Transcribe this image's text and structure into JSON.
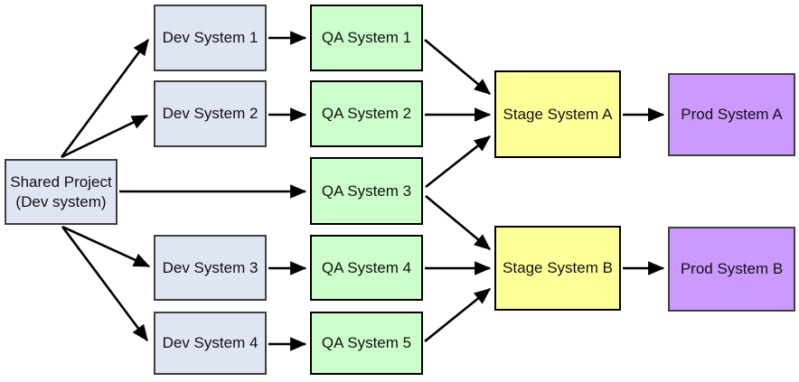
{
  "diagram": {
    "background": "#ffffff",
    "edge_color": "#000000",
    "nodes": {
      "shared": {
        "label": "Shared Project\n(Dev system)",
        "fill": "#dfe5f3",
        "border": "#3f3f3f"
      },
      "dev1": {
        "label": "Dev System 1",
        "fill": "#dfe5f3",
        "border": "#3f3f3f"
      },
      "dev2": {
        "label": "Dev System 2",
        "fill": "#dfe5f3",
        "border": "#3f3f3f"
      },
      "dev3": {
        "label": "Dev System 3",
        "fill": "#dfe5f3",
        "border": "#3f3f3f"
      },
      "dev4": {
        "label": "Dev System 4",
        "fill": "#dfe5f3",
        "border": "#3f3f3f"
      },
      "qa1": {
        "label": "QA System 1",
        "fill": "#ccffcc",
        "border": "#000000"
      },
      "qa2": {
        "label": "QA System 2",
        "fill": "#ccffcc",
        "border": "#000000"
      },
      "qa3": {
        "label": "QA System 3",
        "fill": "#ccffcc",
        "border": "#000000"
      },
      "qa4": {
        "label": "QA System 4",
        "fill": "#ccffcc",
        "border": "#000000"
      },
      "qa5": {
        "label": "QA System 5",
        "fill": "#ccffcc",
        "border": "#000000"
      },
      "stageA": {
        "label": "Stage System A",
        "fill": "#ffff99",
        "border": "#000000"
      },
      "stageB": {
        "label": "Stage System B",
        "fill": "#ffff99",
        "border": "#000000"
      },
      "prodA": {
        "label": "Prod System A",
        "fill": "#cc99ff",
        "border": "#3f3f3f"
      },
      "prodB": {
        "label": "Prod System B",
        "fill": "#cc99ff",
        "border": "#3f3f3f"
      }
    },
    "edges": [
      {
        "from": "shared",
        "to": "dev1"
      },
      {
        "from": "shared",
        "to": "dev2"
      },
      {
        "from": "shared",
        "to": "qa3"
      },
      {
        "from": "shared",
        "to": "dev3"
      },
      {
        "from": "shared",
        "to": "dev4"
      },
      {
        "from": "dev1",
        "to": "qa1"
      },
      {
        "from": "dev2",
        "to": "qa2"
      },
      {
        "from": "dev3",
        "to": "qa4"
      },
      {
        "from": "dev4",
        "to": "qa5"
      },
      {
        "from": "qa1",
        "to": "stageA"
      },
      {
        "from": "qa2",
        "to": "stageA"
      },
      {
        "from": "qa3",
        "to": "stageA"
      },
      {
        "from": "qa3",
        "to": "stageB"
      },
      {
        "from": "qa4",
        "to": "stageB"
      },
      {
        "from": "qa5",
        "to": "stageB"
      },
      {
        "from": "stageA",
        "to": "prodA"
      },
      {
        "from": "stageB",
        "to": "prodB"
      }
    ]
  }
}
